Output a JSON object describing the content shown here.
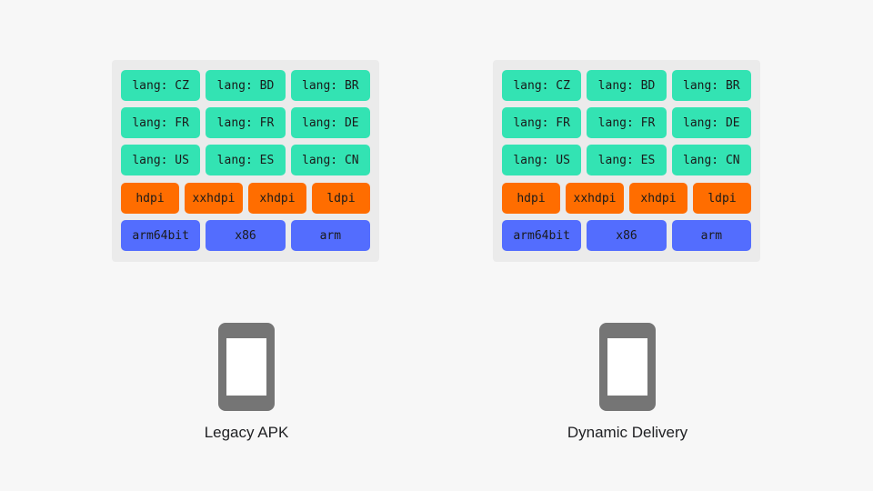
{
  "colors": {
    "background": "#f7f7f7",
    "panel": "#ebebeb",
    "lang": "#33e3b3",
    "density": "#ff6d00",
    "abi": "#536dfe",
    "phone": "#757575"
  },
  "groups": [
    {
      "caption": "Legacy APK",
      "rows": [
        {
          "kind": "lang",
          "chips": [
            "lang: CZ",
            "lang: BD",
            "lang: BR"
          ]
        },
        {
          "kind": "lang",
          "chips": [
            "lang: FR",
            "lang: FR",
            "lang: DE"
          ]
        },
        {
          "kind": "lang",
          "chips": [
            "lang: US",
            "lang: ES",
            "lang: CN"
          ]
        },
        {
          "kind": "density",
          "chips": [
            "hdpi",
            "xxhdpi",
            "xhdpi",
            "ldpi"
          ]
        },
        {
          "kind": "abi",
          "chips": [
            "arm64bit",
            "x86",
            "arm"
          ]
        }
      ]
    },
    {
      "caption": "Dynamic Delivery",
      "rows": [
        {
          "kind": "lang",
          "chips": [
            "lang: CZ",
            "lang: BD",
            "lang: BR"
          ]
        },
        {
          "kind": "lang",
          "chips": [
            "lang: FR",
            "lang: FR",
            "lang: DE"
          ]
        },
        {
          "kind": "lang",
          "chips": [
            "lang: US",
            "lang: ES",
            "lang: CN"
          ]
        },
        {
          "kind": "density",
          "chips": [
            "hdpi",
            "xxhdpi",
            "xhdpi",
            "ldpi"
          ]
        },
        {
          "kind": "abi",
          "chips": [
            "arm64bit",
            "x86",
            "arm"
          ]
        }
      ]
    }
  ]
}
